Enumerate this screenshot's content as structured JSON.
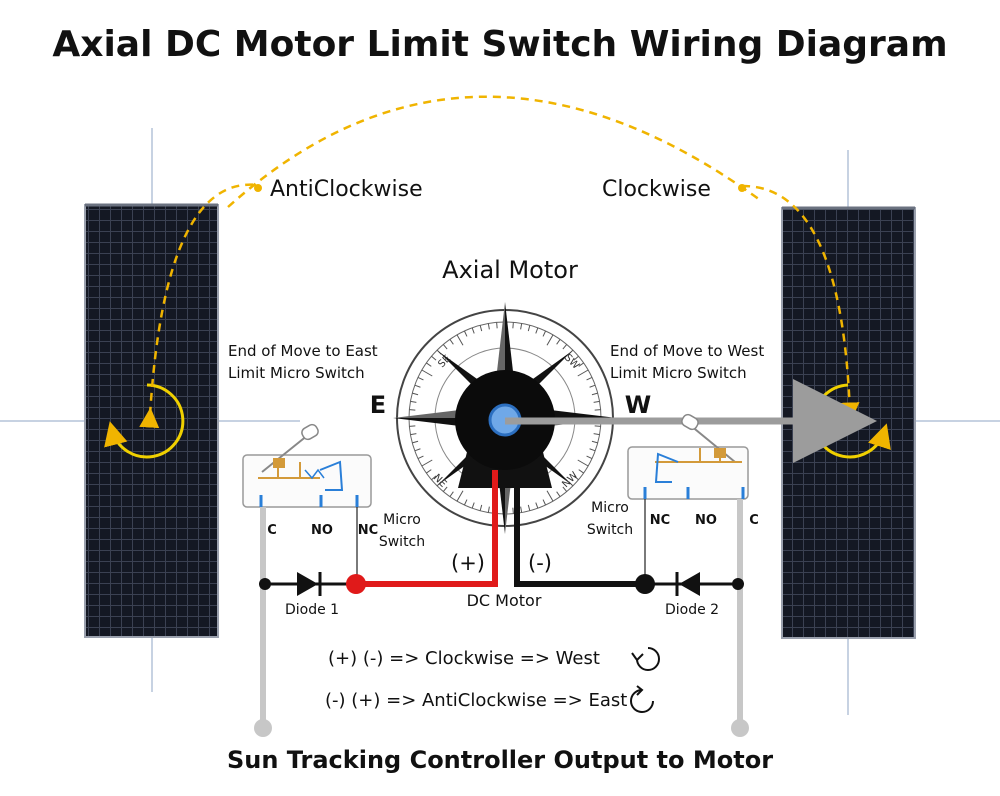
{
  "title": "Axial DC Motor Limit Switch Wiring Diagram",
  "motor_label": "Axial Motor",
  "directions": {
    "anticlockwise": "AntiClockwise",
    "clockwise": "Clockwise"
  },
  "compass": {
    "east": "E",
    "west": "W",
    "se": "SE",
    "sw": "SW",
    "ne": "NE",
    "nw": "NW"
  },
  "east_switch": {
    "line1": "End of Move to East",
    "line2": "Limit Micro Switch",
    "side_line1": "Micro",
    "side_line2": "Switch",
    "pins": [
      "C",
      "NO",
      "NC"
    ]
  },
  "west_switch": {
    "line1": "End of Move to West",
    "line2": "Limit Micro Switch",
    "side_line1": "Micro",
    "side_line2": "Switch",
    "pins": [
      "NC",
      "NO",
      "C"
    ]
  },
  "polarity": {
    "plus": "(+)",
    "minus": "(-)"
  },
  "dc_motor_label": "DC Motor",
  "diode1": "Diode 1",
  "diode2": "Diode 2",
  "legend": [
    {
      "text": "(+) (-) => Clockwise => West"
    },
    {
      "text": "(-) (+) => AntiClockwise => East"
    }
  ],
  "footer": "Sun Tracking Controller Output  to Motor",
  "colors": {
    "arc": "#f0b400",
    "red_wire": "#e01a1a",
    "black_wire": "#111111",
    "grey_wire": "#c7c7c7",
    "panel": "#1a1d26",
    "switch_accent": "#2a7fd8",
    "rotor_ring": "#4aa3ff"
  }
}
